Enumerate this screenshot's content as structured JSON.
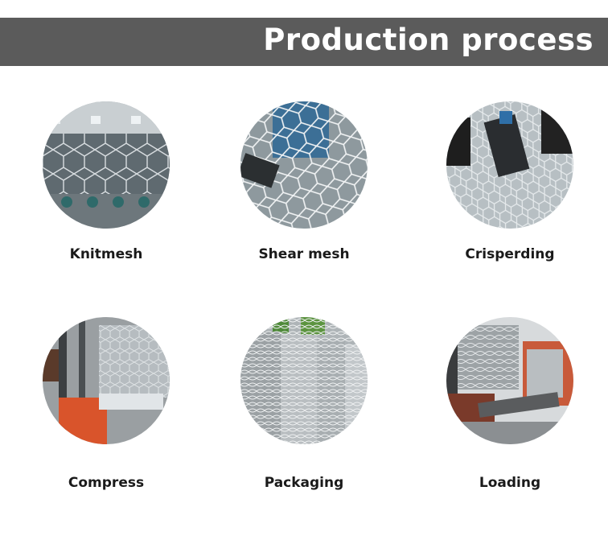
{
  "header": {
    "title": "Production process"
  },
  "steps": [
    {
      "label": "Knitmesh"
    },
    {
      "label": "Shear mesh"
    },
    {
      "label": "Crisperding"
    },
    {
      "label": "Compress"
    },
    {
      "label": "Packaging"
    },
    {
      "label": "Loading"
    }
  ],
  "colors": {
    "header_bg": "#5b5b5b",
    "header_text": "#ffffff",
    "caption_text": "#1a1a1a"
  }
}
